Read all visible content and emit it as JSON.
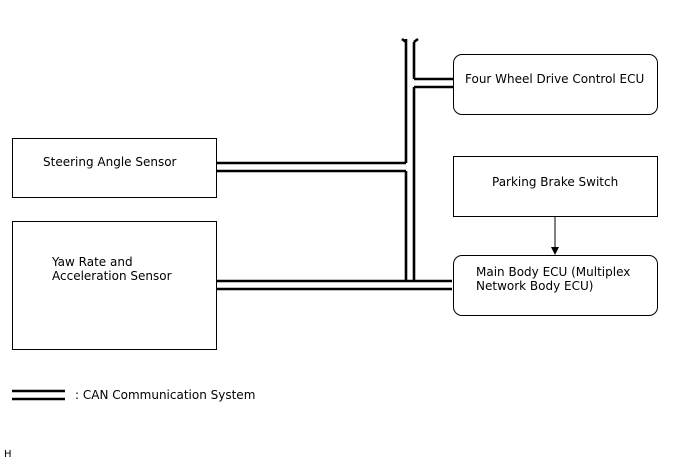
{
  "components": {
    "steering_angle_sensor": "Steering Angle Sensor",
    "yaw_rate_sensor": "Yaw Rate and\nAcceleration Sensor",
    "four_wheel_drive_ecu": "Four Wheel Drive Control ECU",
    "parking_brake_switch": "Parking Brake Switch",
    "main_body_ecu": "Main Body ECU (Multiplex\nNetwork Body ECU)"
  },
  "legend": {
    "can_label": ": CAN Communication System"
  },
  "corner_mark": "H"
}
